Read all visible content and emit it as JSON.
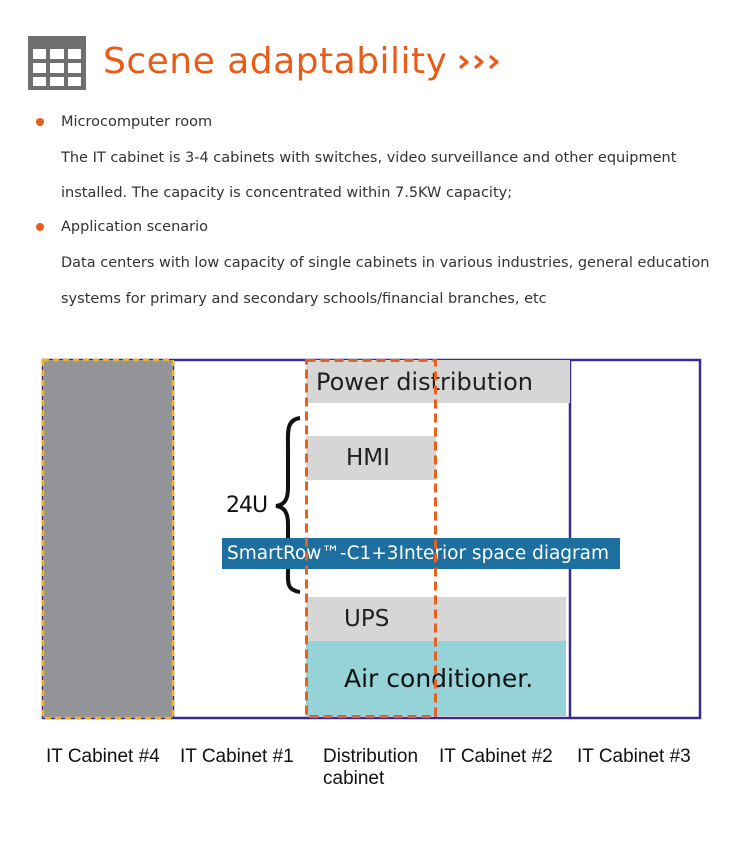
{
  "header": {
    "title": "Scene adaptability",
    "icon": "grid-icon",
    "chevron_icon": "chevrons-right-icon",
    "accent_color": "#e85d1a"
  },
  "sections": [
    {
      "heading": "Microcomputer room",
      "lines": [
        "The IT cabinet is 3-4 cabinets with switches, video surveillance and other equipment",
        "installed. The capacity is concentrated within 7.5KW capacity;"
      ]
    },
    {
      "heading": "Application scenario",
      "lines": [
        "Data centers with low capacity of single cabinets in various industries, general education",
        "systems for primary and secondary schools/financial branches, etc"
      ]
    }
  ],
  "diagram": {
    "banner": "SmartRow™-C1+3Interior space diagram",
    "rack_units": "24U",
    "modules": {
      "power_distribution": "Power distribution",
      "hmi": "HMI",
      "ups": "UPS",
      "air_conditioner": "Air conditioner."
    },
    "cabinets": [
      "IT Cabinet #4",
      "IT Cabinet #1",
      "Distribution cabinet",
      "IT Cabinet #2",
      "IT Cabinet #3"
    ],
    "colors": {
      "outline": "#3c2a8c",
      "cabinet4_fill": "#939598",
      "cabinet4_border": "#f0b323",
      "distribution_border": "#e8601c",
      "module_fill": "#d6d6d6",
      "ac_fill": "#95d3d9",
      "banner_fill": "#1c6f9f"
    }
  }
}
